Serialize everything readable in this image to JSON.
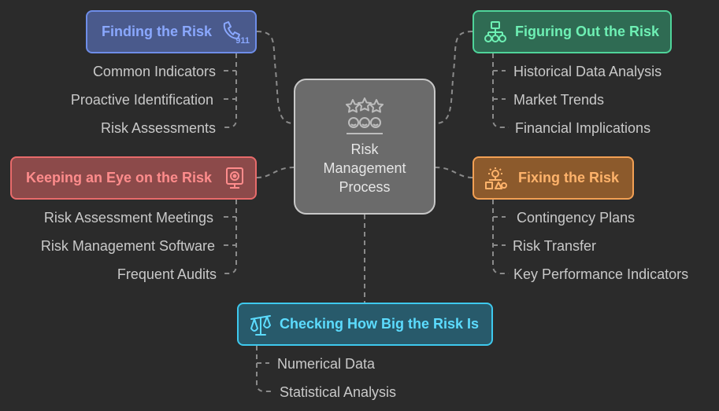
{
  "center": {
    "lines": [
      "Risk",
      "Management",
      "Process"
    ],
    "icon": "stars-and-faces-icon"
  },
  "colors": {
    "background": "#2b2b2b",
    "connector": "#8a8a8a",
    "finding": "#6e8de8",
    "figuring": "#4fd49a",
    "keeping": "#e86b6b",
    "fixing": "#f2a054",
    "checking": "#3ec9ee"
  },
  "branches": {
    "finding": {
      "label": "Finding the Risk",
      "icon": "phone-911-icon",
      "icon_text": "911",
      "items": [
        "Common Indicators",
        "Proactive Identification",
        "Risk Assessments"
      ]
    },
    "figuring": {
      "label": "Figuring Out the Risk",
      "icon": "network-hierarchy-icon",
      "items": [
        "Historical Data Analysis",
        "Market Trends",
        "Financial Implications"
      ]
    },
    "keeping": {
      "label": "Keeping an Eye on the Risk",
      "icon": "monitor-camera-icon",
      "items": [
        "Risk Assessment Meetings",
        "Risk Management Software",
        "Frequent Audits"
      ]
    },
    "fixing": {
      "label": "Fixing the Risk",
      "icon": "idea-shapes-icon",
      "items": [
        "Contingency Plans",
        "Risk Transfer",
        "Key Performance Indicators"
      ]
    },
    "checking": {
      "label": "Checking How Big the Risk Is",
      "icon": "balance-scale-icon",
      "items": [
        "Numerical Data",
        "Statistical Analysis"
      ]
    }
  }
}
